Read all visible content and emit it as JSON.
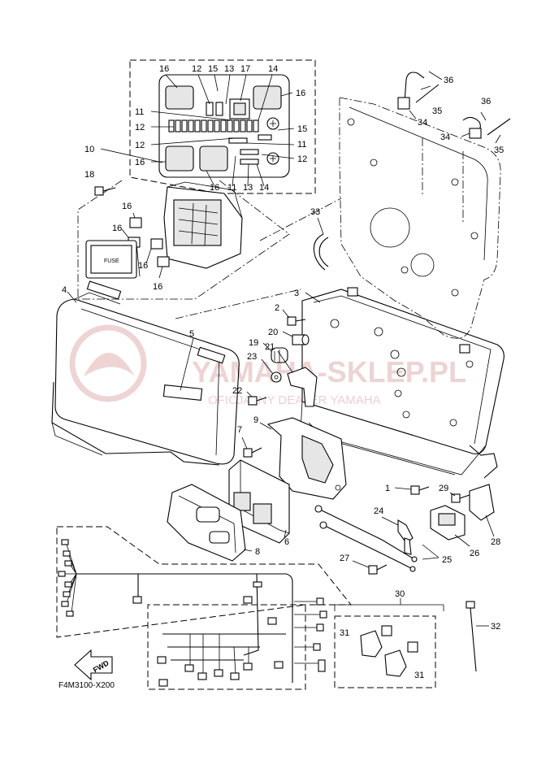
{
  "diagram_code": "F4M3100-X200",
  "fwd_label": "FWD",
  "fuse_label": "FUSE",
  "watermark": {
    "brand": "YAMAHA-SKLEP.PL",
    "tagline": "OFICJALNY DEALER YAMAHA"
  },
  "callouts": [
    "1",
    "2",
    "3",
    "4",
    "5",
    "6",
    "7",
    "8",
    "9",
    "10",
    "11",
    "12",
    "13",
    "14",
    "15",
    "16",
    "17",
    "18",
    "19",
    "20",
    "21",
    "22",
    "23",
    "24",
    "25",
    "26",
    "27",
    "28",
    "29",
    "30",
    "31",
    "32",
    "33",
    "34",
    "35",
    "36"
  ],
  "colors": {
    "line": "#000000",
    "watermark": "#d98c8c",
    "background": "#ffffff"
  }
}
